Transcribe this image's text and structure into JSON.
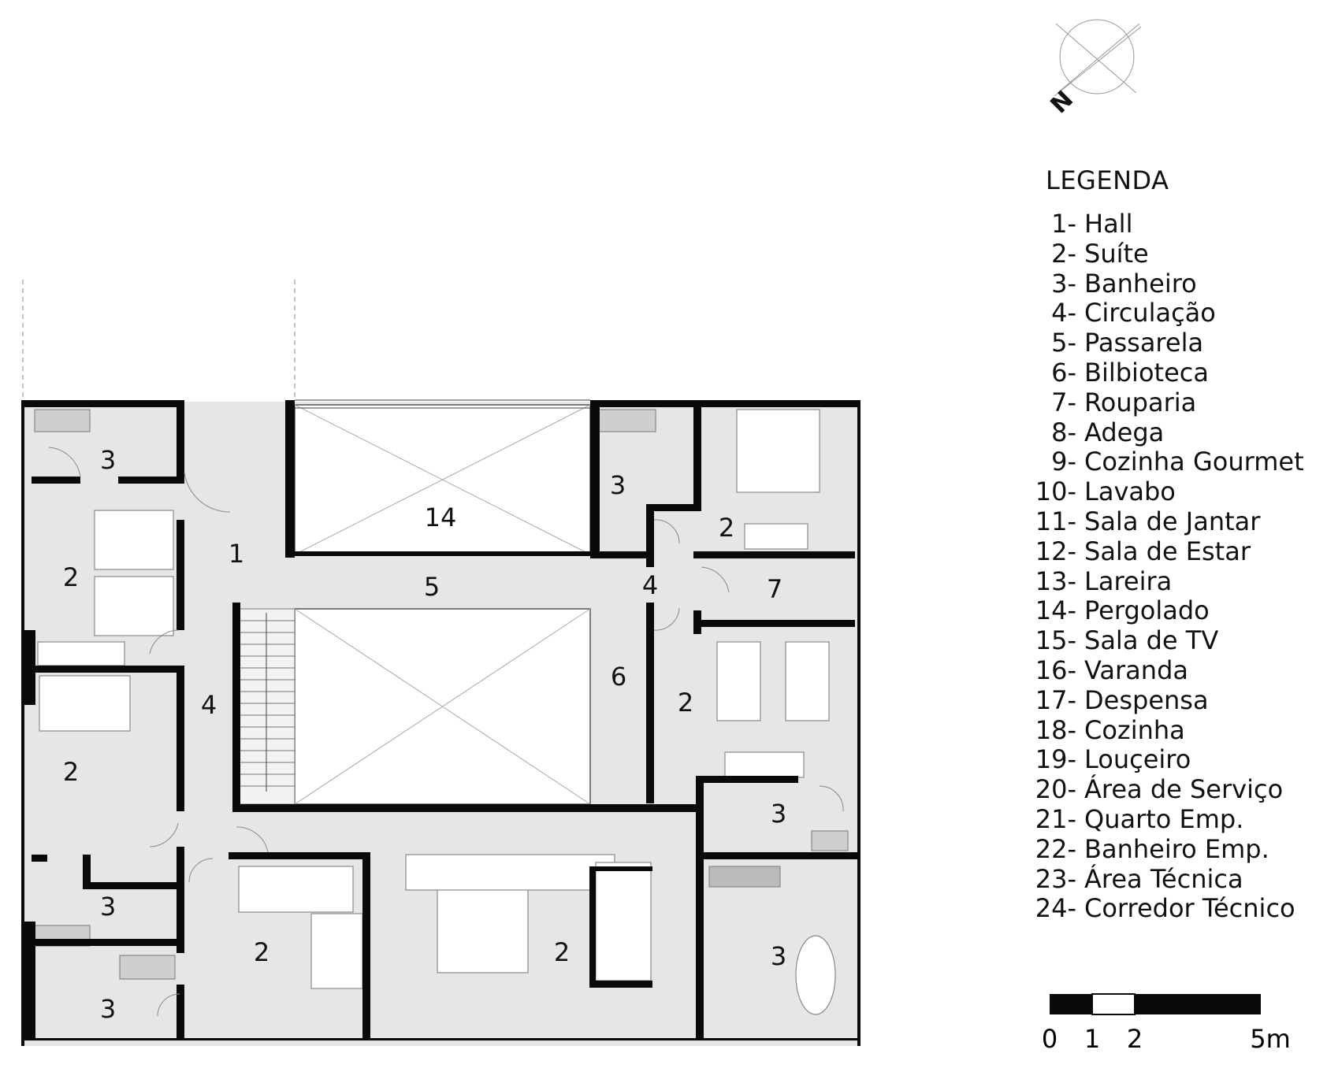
{
  "colors": {
    "wall": "#0a0a0a",
    "floor": "#e6e6e6",
    "line": "#9a9a9a",
    "background": "#ffffff"
  },
  "north": {
    "label": "N"
  },
  "legend": {
    "title": "LEGENDA",
    "items": [
      {
        "num": "1-",
        "name": "Hall"
      },
      {
        "num": "2-",
        "name": "Suíte"
      },
      {
        "num": "3-",
        "name": "Banheiro"
      },
      {
        "num": "4-",
        "name": "Circulação"
      },
      {
        "num": "5-",
        "name": "Passarela"
      },
      {
        "num": "6-",
        "name": "Bilbioteca"
      },
      {
        "num": "7-",
        "name": "Rouparia"
      },
      {
        "num": "8-",
        "name": "Adega"
      },
      {
        "num": "9-",
        "name": "Cozinha Gourmet"
      },
      {
        "num": "10-",
        "name": "Lavabo"
      },
      {
        "num": "11-",
        "name": "Sala de Jantar"
      },
      {
        "num": "12-",
        "name": "Sala de Estar"
      },
      {
        "num": "13-",
        "name": "Lareira"
      },
      {
        "num": "14-",
        "name": "Pergolado"
      },
      {
        "num": "15-",
        "name": "Sala de TV"
      },
      {
        "num": "16-",
        "name": "Varanda"
      },
      {
        "num": "17-",
        "name": "Despensa"
      },
      {
        "num": "18-",
        "name": "Cozinha"
      },
      {
        "num": "19-",
        "name": "Louçeiro"
      },
      {
        "num": "20-",
        "name": "Área de Serviço"
      },
      {
        "num": "21-",
        "name": "Quarto Emp."
      },
      {
        "num": "22-",
        "name": "Banheiro Emp."
      },
      {
        "num": "23-",
        "name": "Área Técnica"
      },
      {
        "num": "24-",
        "name": "Corredor Técnico"
      }
    ]
  },
  "scale_bar": {
    "labels": [
      "0",
      "1",
      "2",
      "5m"
    ]
  },
  "rooms": [
    {
      "id": "r1",
      "label": "1"
    },
    {
      "id": "r4a",
      "label": "4"
    },
    {
      "id": "r4b",
      "label": "4"
    },
    {
      "id": "r5",
      "label": "5"
    },
    {
      "id": "r6",
      "label": "6"
    },
    {
      "id": "r7",
      "label": "7"
    },
    {
      "id": "r14",
      "label": "14"
    },
    {
      "id": "r2a",
      "label": "2"
    },
    {
      "id": "r2b",
      "label": "2"
    },
    {
      "id": "r2c",
      "label": "2"
    },
    {
      "id": "r2d",
      "label": "2"
    },
    {
      "id": "r2e",
      "label": "2"
    },
    {
      "id": "r2f",
      "label": "2"
    },
    {
      "id": "r3a",
      "label": "3"
    },
    {
      "id": "r3b",
      "label": "3"
    },
    {
      "id": "r3c",
      "label": "3"
    },
    {
      "id": "r3d",
      "label": "3"
    },
    {
      "id": "r3e",
      "label": "3"
    },
    {
      "id": "r3f",
      "label": "3"
    }
  ]
}
